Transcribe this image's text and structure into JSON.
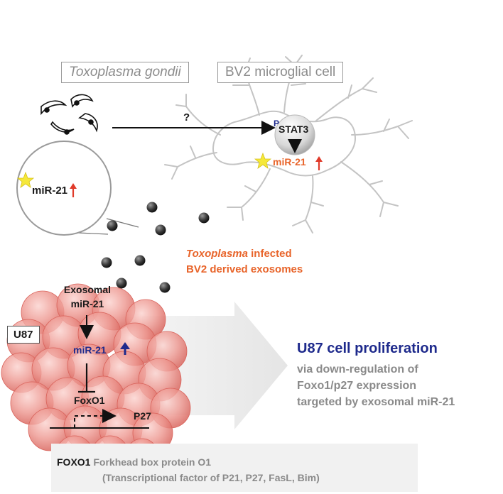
{
  "organism_label": "Toxoplasma gondii",
  "host_cell_label": "BV2 microglial cell",
  "question_mark": "?",
  "phospho_mark": "P",
  "stat3_label": "STAT3",
  "mir21_label": "miR-21",
  "exosome_caption": {
    "italic_part": "Toxoplasma",
    "rest_line1": " infected",
    "line2": "BV2 derived exosomes"
  },
  "exosomal_mir21": {
    "line1": "Exosomal",
    "line2": "miR-21"
  },
  "u87_label": "U87",
  "foxo1_label": "FoxO1",
  "p27_label": "P27",
  "result": {
    "title": "U87 cell proliferation",
    "line1": "via down-regulation of",
    "line2": "Foxo1/p27 expression",
    "line3": "targeted by exosomal miR-21"
  },
  "footnote": {
    "term": "FOXO1",
    "definition": "Forkhead box protein O1",
    "detail": "(Transcriptional factor of P21, P27, FasL, Bim)"
  },
  "colors": {
    "orange": "#e8642a",
    "blue": "#1e2a8c",
    "red_arrow": "#e03a2a",
    "gray_text": "#8a8a8a",
    "cell_pink": "#e9857e",
    "star_yellow": "#f5e83a"
  }
}
